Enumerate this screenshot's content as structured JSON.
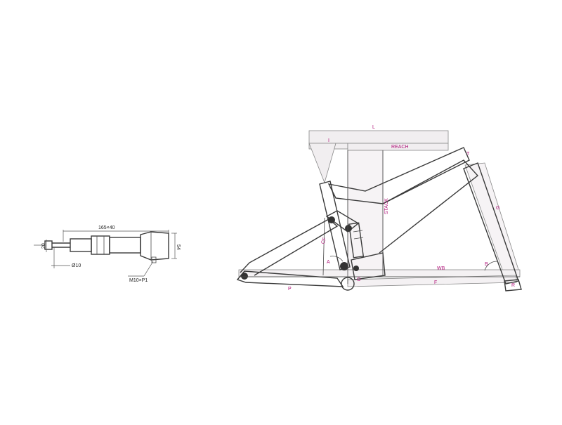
{
  "shock_drawing": {
    "length_dim": "165×40",
    "stroke_dim": "54",
    "eye_dim": "20",
    "bore_dim": "Ø10",
    "thread_callout": "M10×P1"
  },
  "frame_drawing": {
    "labels": {
      "L": "L",
      "I": "I",
      "REACH": "REACH",
      "T": "T",
      "G": "G",
      "STACK": "STACK",
      "CF": "CF",
      "A": "A",
      "O": "O",
      "P": "P",
      "WB": "WB",
      "B": "B",
      "F": "F",
      "R": "R"
    }
  },
  "colors": {
    "label": "#b0157a",
    "line": "#3a3a3a"
  }
}
